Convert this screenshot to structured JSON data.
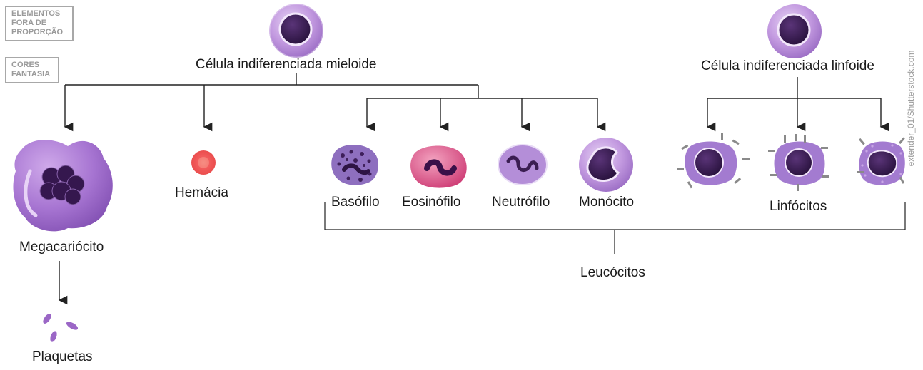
{
  "badges": {
    "proportion": [
      "ELEMENTOS",
      "FORA DE",
      "PROPORÇÃO"
    ],
    "colors": [
      "CORES",
      "FANTASIA"
    ]
  },
  "credit": "extender_01/Shutterstock.com",
  "nodes": {
    "myeloid_stem": "Célula indiferenciada mieloide",
    "lymphoid_stem": "Célula indiferenciada linfoide",
    "megakaryocyte": "Megacariócito",
    "platelets": "Plaquetas",
    "red_cell": "Hemácia",
    "basophil": "Basófilo",
    "eosinophil": "Eosinófilo",
    "neutrophil": "Neutrófilo",
    "monocyte": "Monócito",
    "lymphocytes": "Linfócitos",
    "leukocytes": "Leucócitos"
  },
  "colors": {
    "cell_violet": "#b68ad6",
    "nucleus_dark": "#3b1e52",
    "eosin_pink": "#d95a8e",
    "red_cell": "#f06a6a",
    "connector": "#222222"
  }
}
